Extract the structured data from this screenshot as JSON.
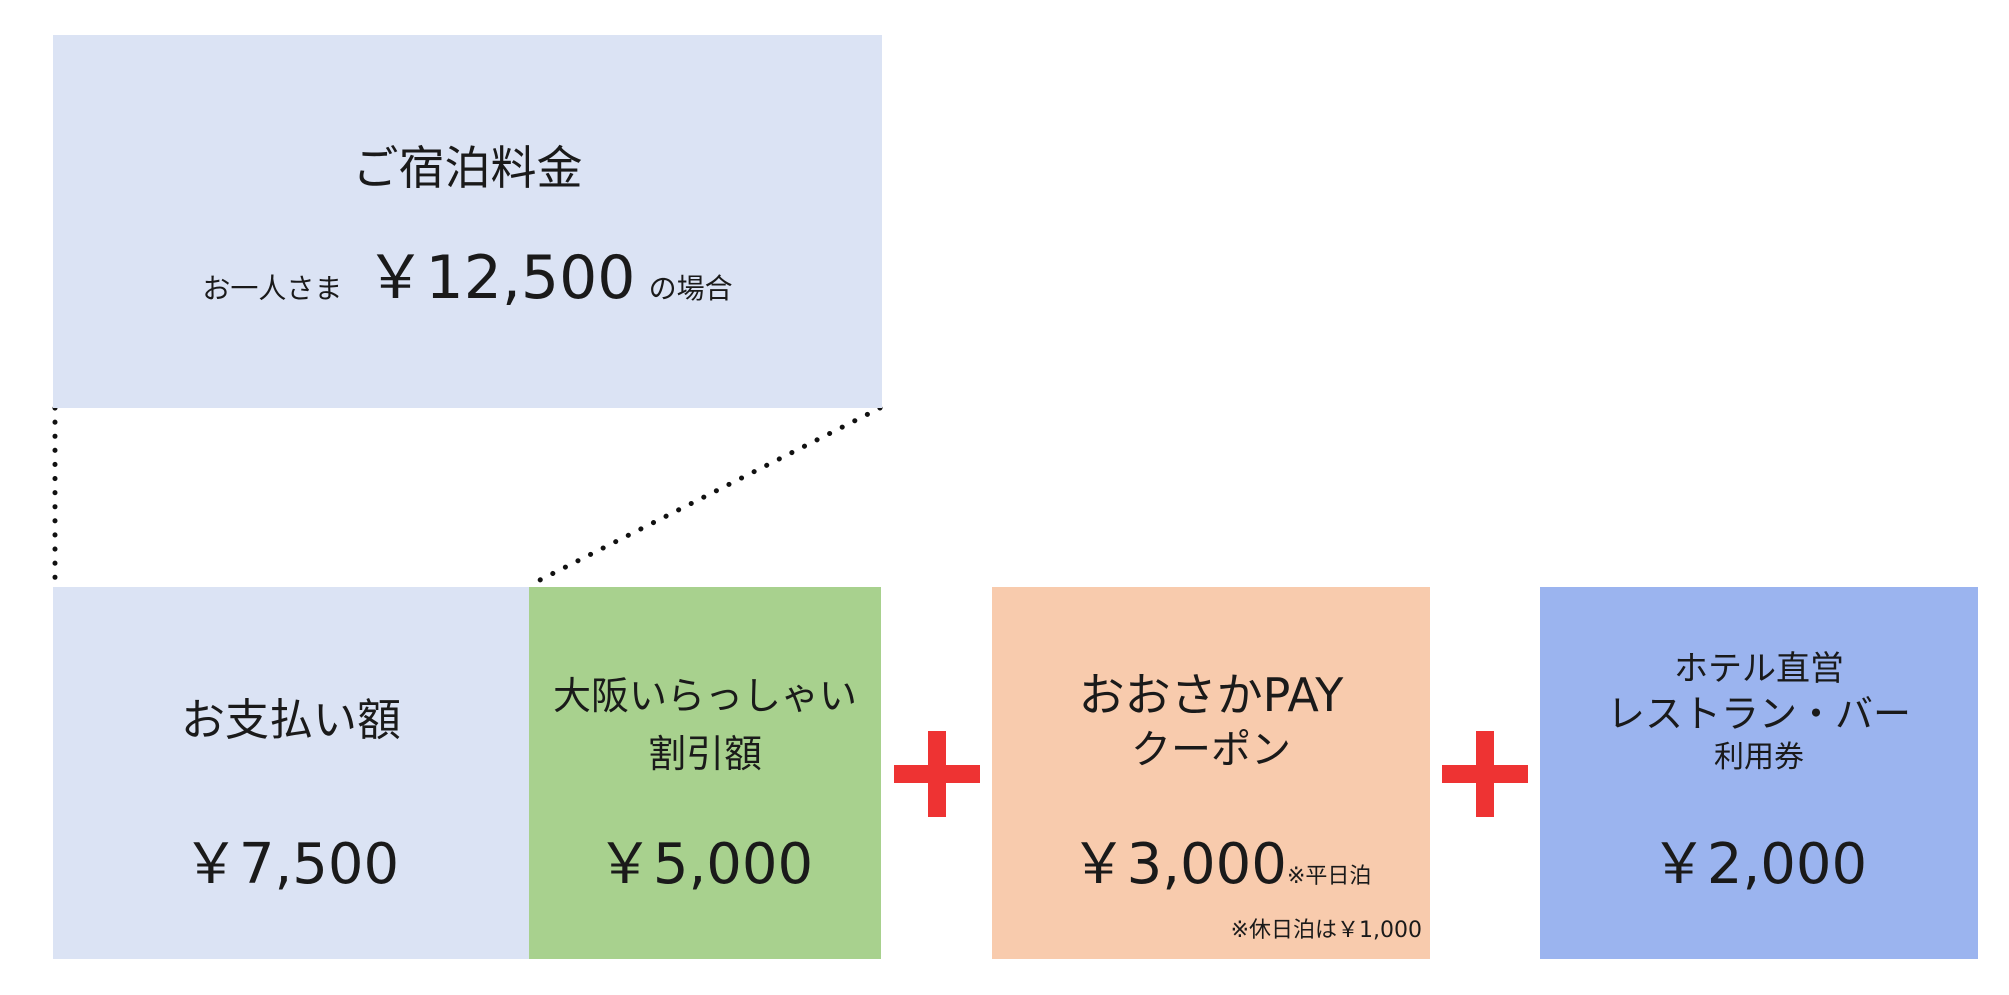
{
  "rate": {
    "title": "ご宿泊料金",
    "per_person_label": "お一人さま",
    "price": "￥12,500",
    "suffix": "の場合"
  },
  "payment": {
    "label": "お支払い額",
    "amount": "￥7,500"
  },
  "discount": {
    "label_line1": "大阪いらっしゃい",
    "label_line2": "割引額",
    "amount": "￥5,000"
  },
  "coupon": {
    "label_line1": "おおさかPAY",
    "label_line2": "クーポン",
    "amount": "￥3,000",
    "amount_note": "※平日泊",
    "holiday_note": "※休日泊は￥1,000"
  },
  "restaurant": {
    "label_line1": "ホテル直営",
    "label_line2": "レストラン・バー",
    "label_line3": "利用券",
    "amount": "￥2,000"
  },
  "colors": {
    "rate_bg": "#dbe3f4",
    "payment_bg": "#dbe3f4",
    "discount_bg": "#a8d18e",
    "coupon_bg": "#f8cbad",
    "restaurant_bg": "#9bb4ef",
    "plus": "#ee3333"
  },
  "icons": [
    "plus-icon",
    "plus-icon"
  ]
}
